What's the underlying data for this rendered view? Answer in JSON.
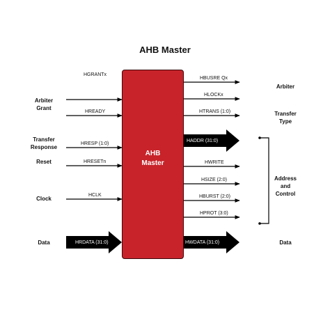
{
  "title": "AHB Master",
  "block_label": [
    "AHB",
    "Master"
  ],
  "left_groups": {
    "arbiter_grant": [
      "Arbiter",
      "Grant"
    ],
    "transfer_response": [
      "Transfer",
      "Response"
    ],
    "reset": "Reset",
    "clock": "Clock",
    "data": "Data"
  },
  "right_groups": {
    "arbiter": "Arbiter",
    "transfer_type": [
      "Transfer",
      "Type"
    ],
    "address_control": [
      "Address",
      "and",
      "Control"
    ],
    "data": "Data"
  },
  "inputs": {
    "hgrantx": "HGRANTx",
    "hready": "HREADY",
    "hresp": "HRESP (1:0)",
    "hresetn": "HRESETn",
    "hclk": "HCLK",
    "hrdata": "HRDATA (31:0)"
  },
  "outputs": {
    "hbusreq": "HBUSRE Qx",
    "hlock": "HLOCKx",
    "htrans": "HTRANS (1:0)",
    "haddr": "HADDR (31:0)",
    "hwrite": "HWRITE",
    "hsize": "HSIZE (2:0)",
    "hburst": "HBURST (2:0)",
    "hprot": "HPROT (3:0)",
    "hwdata": "HWDATA (31:0)"
  },
  "colors": {
    "block": "#c8232a",
    "bus": "#000000",
    "wire": "#000000"
  }
}
